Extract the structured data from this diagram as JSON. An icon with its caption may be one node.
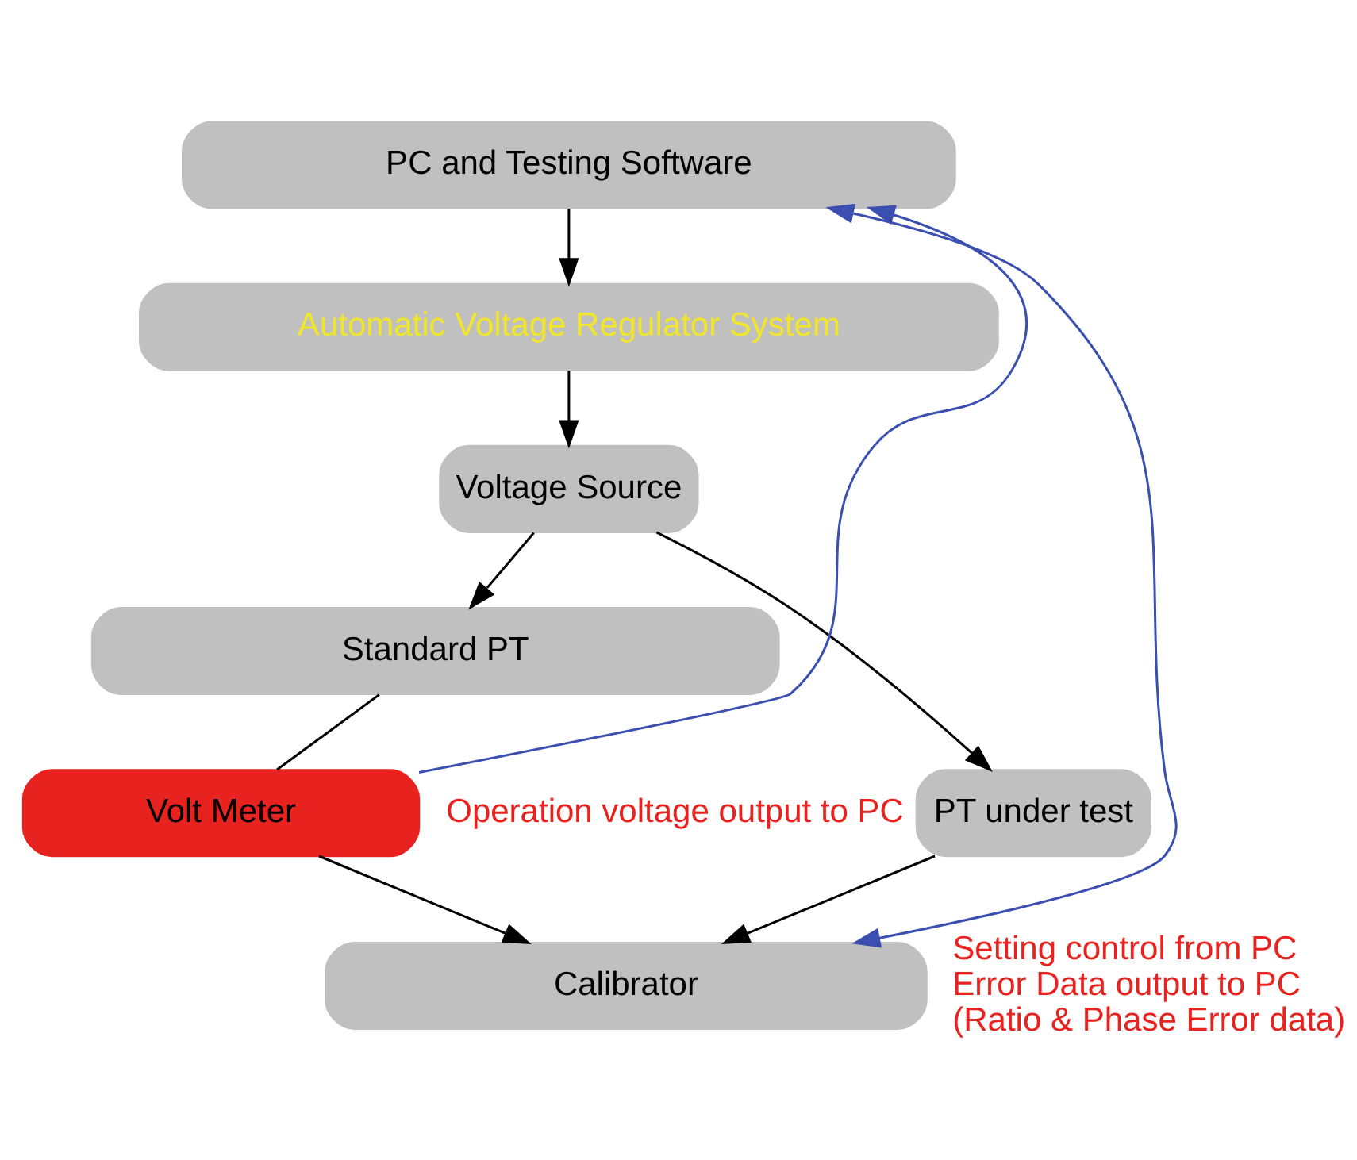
{
  "diagram": {
    "nodes": [
      {
        "text": [
          "PC and Testing Software"
        ]
      },
      {
        "text": [
          "Automatic Voltage Regulator System"
        ]
      },
      {
        "text": [
          "Voltage Source"
        ]
      },
      {
        "text": [
          "Standard PT"
        ]
      },
      {
        "text": [
          "PT under test"
        ]
      },
      {
        "text": [
          "Volt Meter"
        ],
        "beside": [
          "Operation voltage output to PC"
        ]
      },
      {
        "text": [
          "Calibrator"
        ],
        "beside": [
          "Setting control from PC",
          "Error Data output to PC",
          "(Ratio & Phase Error data)"
        ]
      }
    ],
    "edges": [
      {
        "from": 0,
        "to": 1,
        "arrow": "to"
      },
      {
        "from": 1,
        "to": 2,
        "arrow": "to"
      },
      {
        "from": 2,
        "to": 3,
        "arrow": "to"
      },
      {
        "from": 2,
        "to": 4,
        "arrow": "to"
      },
      {
        "from": 3,
        "to": 5,
        "arrow": "none"
      },
      {
        "from": 5,
        "to": 6,
        "arrow": "to"
      },
      {
        "from": 4,
        "to": 6,
        "arrow": "to"
      },
      {
        "from": 5,
        "to": 0,
        "arrow": "to",
        "color": "#3a4fb0"
      },
      {
        "from": 6,
        "to": 0,
        "arrow": "both",
        "color": "#3a4fb0"
      }
    ]
  }
}
